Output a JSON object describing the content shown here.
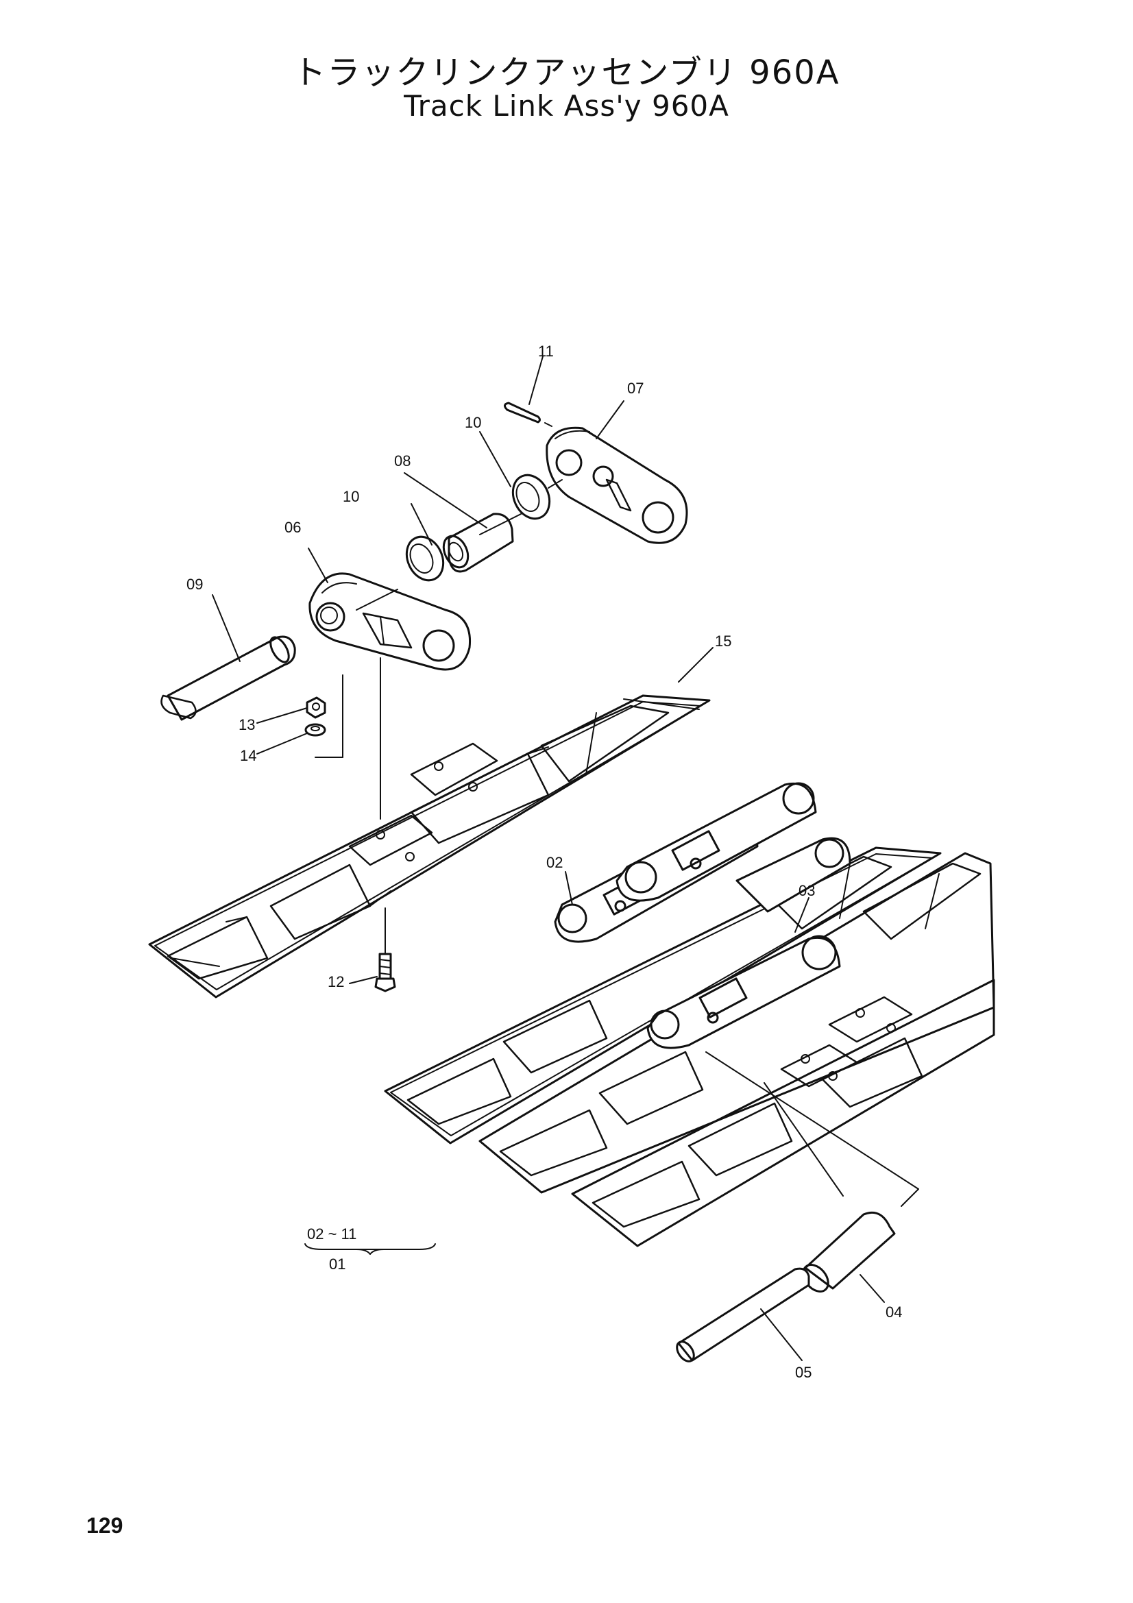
{
  "header": {
    "title_jp": "トラックリンクアッセンブリ 960A",
    "title_en": "Track Link Ass'y 960A"
  },
  "callouts": {
    "p02": "02",
    "p03": "03",
    "p04": "04",
    "p05": "05",
    "p06": "06",
    "p07": "07",
    "p08": "08",
    "p09": "09",
    "p10a": "10",
    "p10b": "10",
    "p11": "11",
    "p12": "12",
    "p13": "13",
    "p14": "14",
    "p15": "15"
  },
  "assembly_note": {
    "range": "02 ~ 11",
    "assembly": "01"
  },
  "footer": {
    "page_number": "129"
  }
}
